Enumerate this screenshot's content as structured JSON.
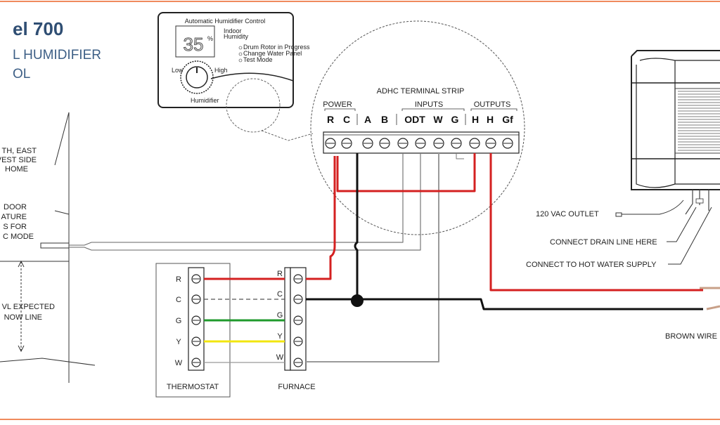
{
  "header": {
    "model": "el 700",
    "line1": "L HUMIDIFIER",
    "line2": "OL"
  },
  "left_notes": {
    "note1": [
      "TH, EAST",
      "VEST SIDE",
      "HOME"
    ],
    "note2": [
      "DOOR",
      "ATURE",
      "S FOR",
      "C MODE"
    ],
    "note3": [
      "VL EXPECTED",
      "NOW LINE"
    ]
  },
  "control": {
    "title": "Automatic Humidifier Control",
    "display_value": "35",
    "unit": "%",
    "indoor_label": "Indoor",
    "humidity_label": "Humidity",
    "status_items": [
      "Drum Rotor in Progress",
      "Change Water Panel",
      "Test Mode"
    ],
    "dial_left": "Low",
    "dial_right": "High",
    "footer": "Humidifier"
  },
  "terminal_strip": {
    "title": "ADHC TERMINAL STRIP",
    "groups": [
      "POWER",
      "INPUTS",
      "OUTPUTS"
    ],
    "terminals": [
      "R",
      "C",
      "A",
      "B",
      "ODT",
      "W",
      "G",
      "H",
      "H",
      "Gf"
    ]
  },
  "humidifier_labels": {
    "outlet": "120 VAC OUTLET",
    "drain": "CONNECT DRAIN LINE HERE",
    "water": "CONNECT TO HOT WATER SUPPLY",
    "brown": "BROWN WIRE"
  },
  "thermostat": {
    "label": "THERMOSTAT",
    "terminals": [
      "R",
      "C",
      "G",
      "Y",
      "W"
    ]
  },
  "furnace": {
    "label": "FURNACE",
    "terminals": [
      "R",
      "C",
      "G",
      "Y",
      "W"
    ]
  },
  "colors": {
    "red": "#d42020",
    "green": "#1f9a2c",
    "yellow": "#f2e60f",
    "black": "#111111",
    "gray": "#9a9a9a",
    "border": "#f08a5d"
  }
}
